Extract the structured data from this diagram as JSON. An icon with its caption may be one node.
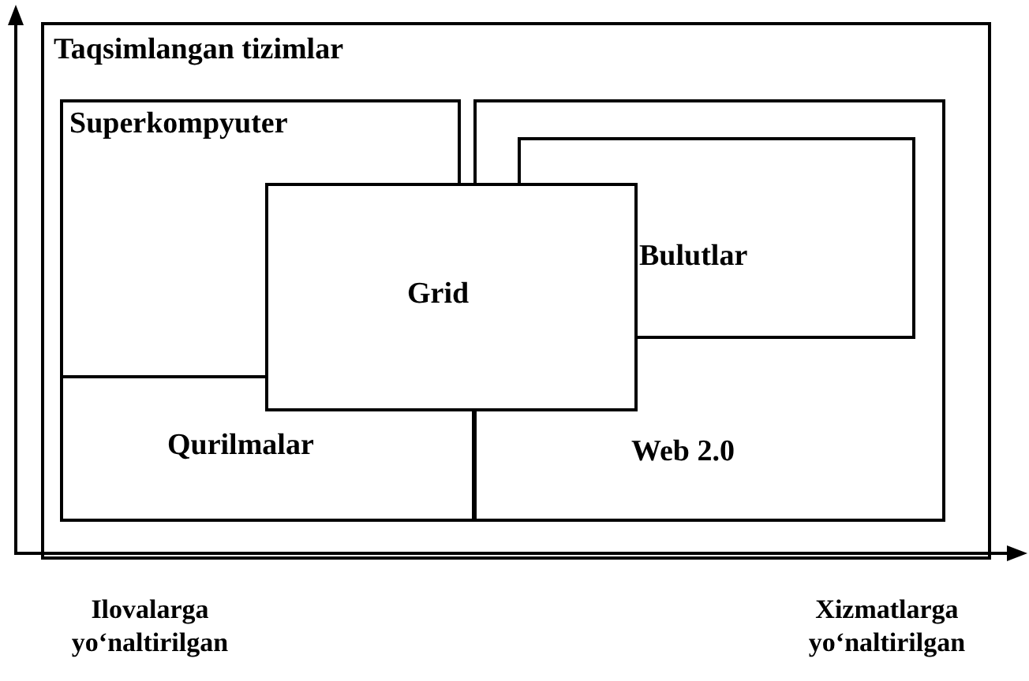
{
  "diagram": {
    "nodes": [
      {
        "text": [
          "Taqsimlangan tizimlar"
        ]
      },
      {
        "text": [
          "Superkompyuter"
        ],
        "in": 0
      },
      {
        "text": [
          "Web 2.0"
        ],
        "in": 0
      },
      {
        "text": [
          "Bulutlar"
        ],
        "in": 2
      },
      {
        "text": [
          "Grid"
        ],
        "in": 0
      },
      {
        "text": [
          "Qurilmalar"
        ],
        "in": 0
      }
    ],
    "edges": [],
    "labels": [
      "Ilovalarga yo‘naltirilgan",
      "Xizmatlarga yo‘naltirilgan"
    ]
  }
}
